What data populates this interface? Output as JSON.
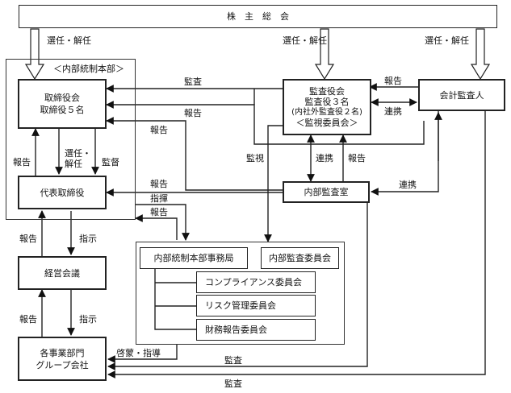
{
  "title": "内部統制・コーポレートガバナンス体制図",
  "nodes": {
    "shareholders": "株　主　総　会",
    "internal_control_hq": "＜内部統制本部＞",
    "board": [
      "取締役会",
      "取締役５名"
    ],
    "representative": "代表取締役",
    "management_meeting": "経営会議",
    "business_units": [
      "各事業部門",
      "グループ会社"
    ],
    "audit_board": [
      "監査役会",
      "監査役３名",
      "(内社外監査役２名)",
      "＜監視委員会＞"
    ],
    "accounting_auditor": "会計監査人",
    "internal_audit_office": "内部監査室",
    "ic_secretariat": "内部統制本部事務局",
    "internal_audit_committee": "内部監査委員会",
    "compliance_committee": "コンプライアンス委員会",
    "risk_committee": "リスク管理委員会",
    "financial_reporting_committee": "財務報告委員会"
  },
  "edge_labels": {
    "elect_board": "選任・解任",
    "elect_audit": "選任・解任",
    "elect_accounting": "選任・解任",
    "audit_to_board": "監査",
    "report_acc_to_board": "報告",
    "report_ia_to_board": "報告",
    "report_rep_to_board": "報告",
    "elect_board_to_rep": [
      "選任・",
      "解任"
    ],
    "supervise": "監督",
    "report_ia_to_rep": "報告",
    "command": "指揮",
    "report_sec_to_hq": "報告",
    "monitor": "監視",
    "coop_ab_ia": "連携",
    "report_ia_to_ab": "報告",
    "report_acc_to_ab": "報告",
    "coop_ab_acc": "連携",
    "coop_acc_ia": "連携",
    "report_mm_to_rep": "報告",
    "instruct_rep_to_mm": "指示",
    "report_bu_to_mm": "報告",
    "instruct_mm_to_bu": "指示",
    "educate": "啓蒙・指導",
    "audit_ia_to_bu": "監査",
    "audit_acc_to_bu": "監査"
  }
}
